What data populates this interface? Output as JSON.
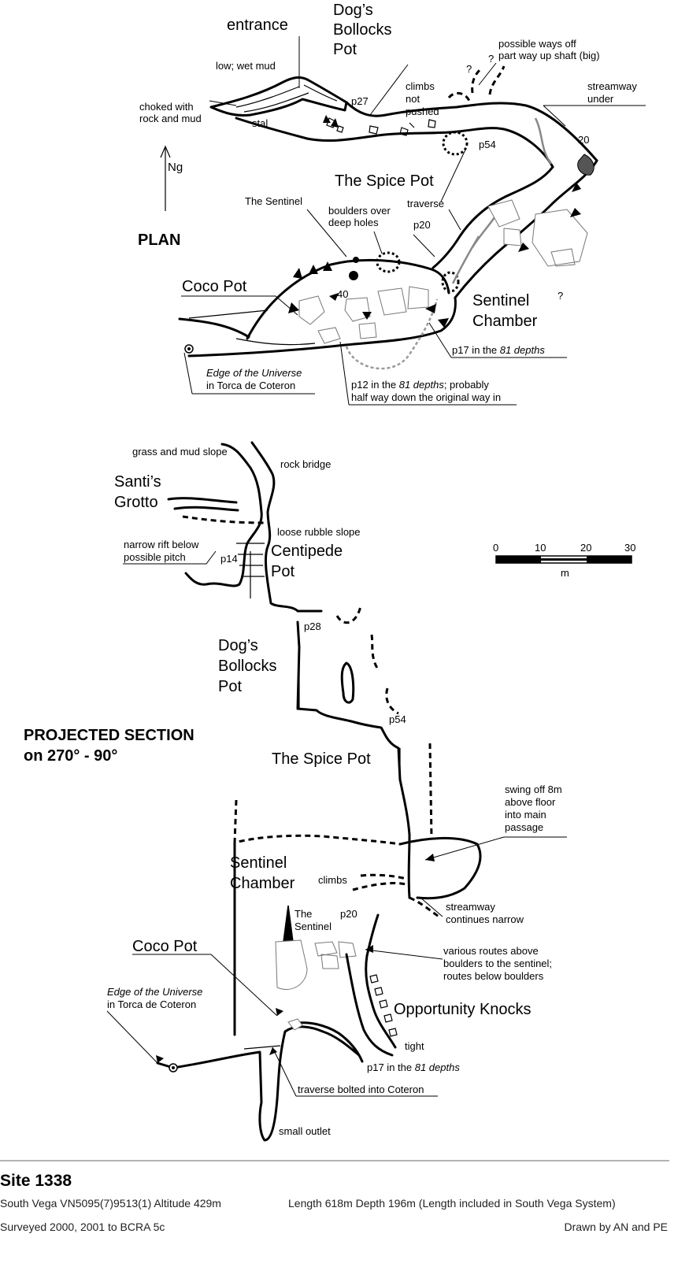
{
  "plan": {
    "heading": "PLAN",
    "north": "Ng",
    "labels": {
      "entrance": "entrance",
      "dogs_1": "Dog’s",
      "dogs_2": "Bollocks",
      "dogs_3": "Pot",
      "low_wet_mud": "low; wet mud",
      "choked_1": "choked with",
      "choked_2": "rock and mud",
      "stal": "stal",
      "p27": "p27",
      "climbs_1": "climbs",
      "climbs_2": "not",
      "climbs_3": "pushed",
      "possible_1": "possible ways off",
      "possible_2": "part way up shaft (big)",
      "streamway_1": "streamway",
      "streamway_2": "under",
      "depth20": "20",
      "p54": "p54",
      "spice_pot": "The Spice Pot",
      "sentinel": "The Sentinel",
      "boulders_1": "boulders over",
      "boulders_2": "deep holes",
      "traverse": "traverse",
      "p20": "p20",
      "coco_pot": "Coco Pot",
      "depth40": "40",
      "chamber_1": "Sentinel",
      "chamber_2": "Chamber",
      "p17": "p17 in the ",
      "p17_it": "81 depths",
      "edge_1": "Edge of the Universe",
      "edge_2": "in Torca de Coteron",
      "p12_1a": "p12 in the ",
      "p12_1it": "81 depths",
      "p12_1b": "; probably",
      "p12_2": "half way down the original way in",
      "q": "?"
    }
  },
  "section": {
    "heading_1": "PROJECTED SECTION",
    "heading_2": "on 270° - 90°",
    "labels": {
      "grass": "grass and mud slope",
      "rock_bridge": "rock bridge",
      "santis_1": "Santi’s",
      "santis_2": "Grotto",
      "loose": "loose rubble slope",
      "narrow_1": "narrow rift below",
      "narrow_2": "possible pitch",
      "p14": "p14",
      "centipede_1": "Centipede",
      "centipede_2": "Pot",
      "p28": "p28",
      "dogs_1": "Dog’s",
      "dogs_2": "Bollocks",
      "dogs_3": "Pot",
      "p54": "p54",
      "spice_pot": "The Spice Pot",
      "swing_1": "swing off 8m",
      "swing_2": "above floor",
      "swing_3": "into main",
      "swing_4": "passage",
      "chamber_1": "Sentinel",
      "chamber_2": "Chamber",
      "climbs": "climbs",
      "streamway_1": "streamway",
      "streamway_2": "continues narrow",
      "sentinel_1": "The",
      "sentinel_2": "Sentinel",
      "p20": "p20",
      "coco_pot": "Coco Pot",
      "various_1": "various routes above",
      "various_2": "boulders to the sentinel;",
      "various_3": "routes below boulders",
      "opportunity": "Opportunity Knocks",
      "edge_1": "Edge of the Universe",
      "edge_2": "in Torca de Coteron",
      "tight": "tight",
      "p17": "p17 in the ",
      "p17_it": "81 depths",
      "traverse": "traverse bolted into Coteron",
      "small_outlet": "small outlet"
    }
  },
  "scale": {
    "ticks": [
      "0",
      "10",
      "20",
      "30"
    ],
    "unit": "m"
  },
  "footer": {
    "site": "Site 1338",
    "location": "South Vega  VN5095(7)9513(1)  Altitude 429m",
    "length": "Length 618m  Depth 196m (Length included in South Vega System)",
    "surveyed": "Surveyed 2000, 2001  to BCRA 5c",
    "drawn": "Drawn by AN and PE"
  }
}
